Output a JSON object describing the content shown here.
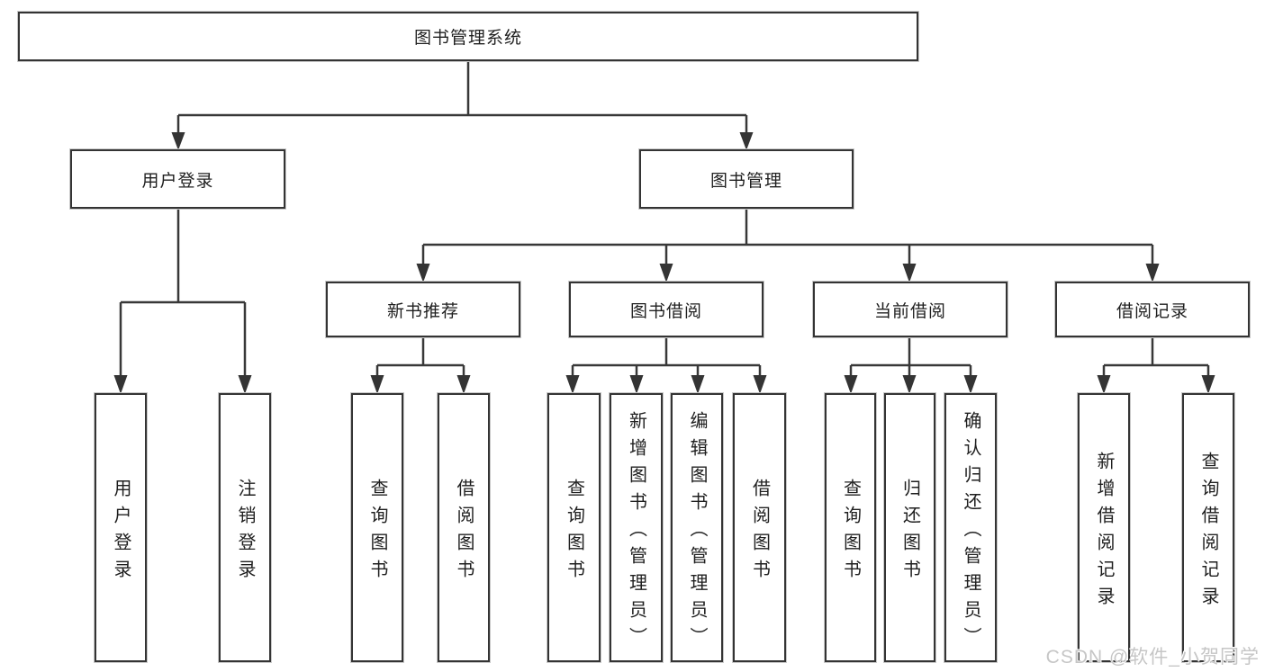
{
  "tree": {
    "root": "图书管理系统",
    "branches": [
      {
        "label": "用户登录",
        "children": [
          "用户登录",
          "注销登录"
        ]
      },
      {
        "label": "图书管理",
        "children": [
          {
            "label": "新书推荐",
            "children": [
              "查询图书",
              "借阅图书"
            ]
          },
          {
            "label": "图书借阅",
            "children": [
              "查询图书",
              "新增图书（管理员）",
              "编辑图书（管理员）",
              "借阅图书"
            ]
          },
          {
            "label": "当前借阅",
            "children": [
              "查询图书",
              "归还图书",
              "确认归还（管理员）"
            ]
          },
          {
            "label": "借阅记录",
            "children": [
              "新增借阅记录",
              "查询借阅记录"
            ]
          }
        ]
      }
    ]
  },
  "watermark": "CSDN @软件_小贺同学",
  "colors": {
    "line": "#383838",
    "box_border": "#343434",
    "text": "#1f1f1f",
    "watermark": "#c6c6c6"
  }
}
